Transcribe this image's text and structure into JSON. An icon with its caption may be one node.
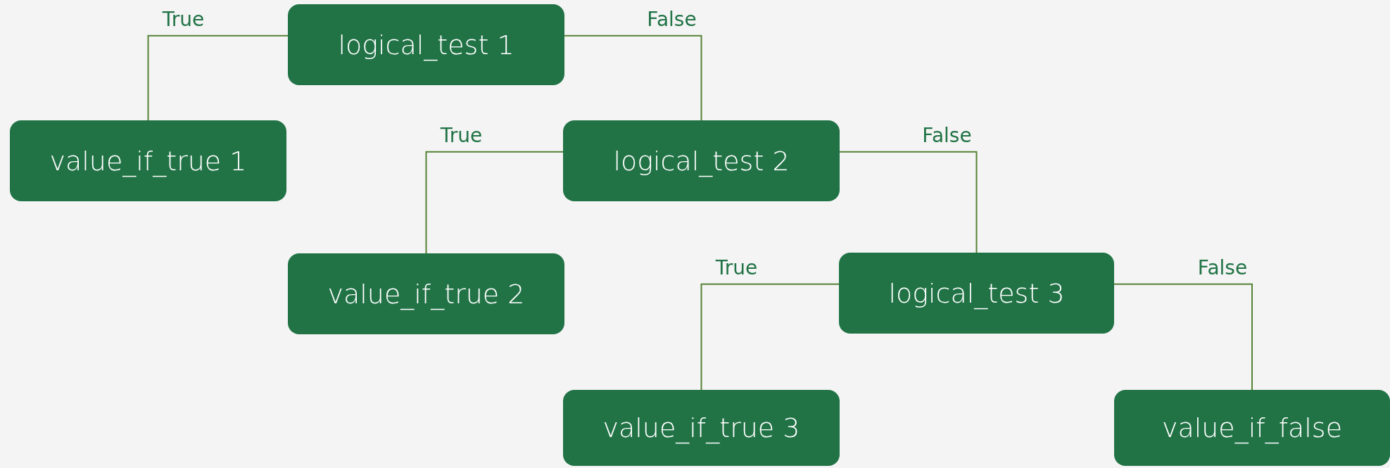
{
  "diagram": {
    "nodes": [
      {
        "text": [
          "logical_test 1"
        ]
      },
      {
        "text": [
          "value_if_true 1"
        ]
      },
      {
        "text": [
          "logical_test 2"
        ]
      },
      {
        "text": [
          "value_if_true 2"
        ]
      },
      {
        "text": [
          "logical_test 3"
        ]
      },
      {
        "text": [
          "value_if_true 3"
        ]
      },
      {
        "text": [
          "value_if_false"
        ]
      }
    ],
    "edges": [
      {
        "from": 0,
        "to": 1,
        "arrow": "none",
        "label": "True"
      },
      {
        "from": 0,
        "to": 2,
        "arrow": "none",
        "label": "False"
      },
      {
        "from": 2,
        "to": 3,
        "arrow": "none",
        "label": "True"
      },
      {
        "from": 2,
        "to": 4,
        "arrow": "none",
        "label": "False"
      },
      {
        "from": 4,
        "to": 5,
        "arrow": "none",
        "label": "True"
      },
      {
        "from": 4,
        "to": 6,
        "arrow": "none",
        "label": "False"
      }
    ]
  }
}
